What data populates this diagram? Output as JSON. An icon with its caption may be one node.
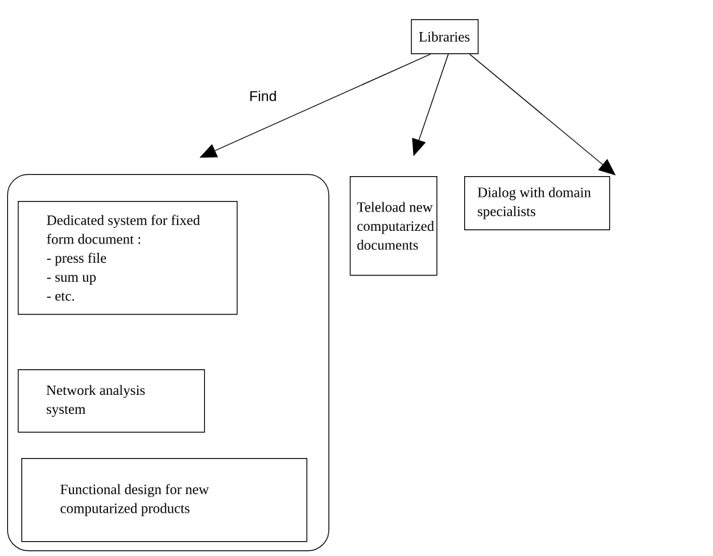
{
  "diagram": {
    "nodes": [
      {
        "text": [
          "Libraries"
        ]
      },
      {
        "text": [],
        "shape": "box"
      },
      {
        "text": [
          "Dedicated system for fixed form document :",
          "- press file",
          "- sum up",
          "- etc."
        ],
        "in": 1
      },
      {
        "text": [
          "Network analysis system"
        ],
        "in": 1
      },
      {
        "text": [
          "Functional design for new computarized products"
        ],
        "in": 1
      },
      {
        "text": [
          "Teleload new computarized documents"
        ]
      },
      {
        "text": [
          "Dialog with domain specialists"
        ]
      }
    ],
    "edges": [
      {
        "from": 0,
        "to": 1,
        "arrow": "to",
        "label": "Find"
      },
      {
        "from": 0,
        "to": 5,
        "arrow": "to"
      },
      {
        "from": 0,
        "to": 6,
        "arrow": "to"
      }
    ]
  }
}
